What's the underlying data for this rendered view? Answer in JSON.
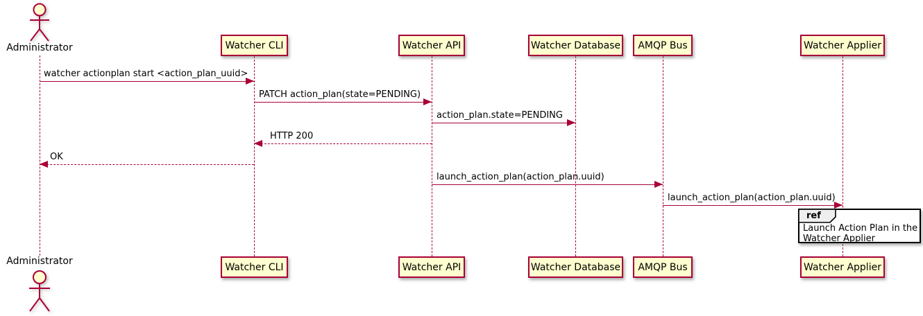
{
  "diagram": {
    "type": "sequence",
    "colors": {
      "participant_fill": "#FEFECE",
      "participant_border": "#A80036",
      "line": "#A80036",
      "text": "#000000",
      "ref_header_fill": "#EEEEEE",
      "ref_border": "#000000",
      "background": "#FFFFFF"
    }
  },
  "actor": {
    "name": "Administrator"
  },
  "participants": [
    {
      "name": "Watcher CLI"
    },
    {
      "name": "Watcher API"
    },
    {
      "name": "Watcher Database"
    },
    {
      "name": "AMQP Bus"
    },
    {
      "name": "Watcher Applier"
    }
  ],
  "messages": [
    {
      "text": "watcher actionplan start <action_plan_uuid>",
      "from": "Administrator",
      "to": "Watcher CLI",
      "style": "solid"
    },
    {
      "text": "PATCH action_plan(state=PENDING)",
      "from": "Watcher CLI",
      "to": "Watcher API",
      "style": "solid"
    },
    {
      "text": "action_plan.state=PENDING",
      "from": "Watcher API",
      "to": "Watcher Database",
      "style": "solid"
    },
    {
      "text": "HTTP 200",
      "from": "Watcher API",
      "to": "Watcher CLI",
      "style": "dashed"
    },
    {
      "text": "OK",
      "from": "Watcher CLI",
      "to": "Administrator",
      "style": "dashed"
    },
    {
      "text": "launch_action_plan(action_plan.uuid)",
      "from": "Watcher API",
      "to": "AMQP Bus",
      "style": "solid"
    },
    {
      "text": "launch_action_plan(action_plan.uuid)",
      "from": "AMQP Bus",
      "to": "Watcher Applier",
      "style": "solid"
    }
  ],
  "ref": {
    "keyword": "ref",
    "text_line1": "Launch Action Plan in the",
    "text_line2": "Watcher Applier"
  }
}
